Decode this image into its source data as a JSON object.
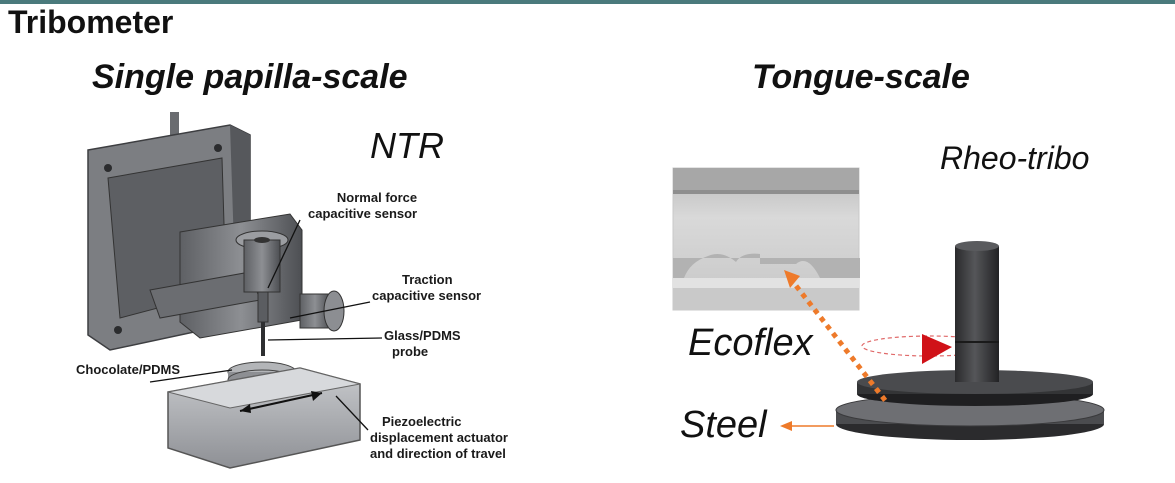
{
  "slide_title": "Tribometer",
  "left_panel": {
    "heading": "Single papilla-scale",
    "device_label": "NTR",
    "callouts": {
      "normal_force": [
        "Normal force",
        "capacitive sensor"
      ],
      "traction": [
        "Traction",
        "capacitive sensor"
      ],
      "glass_probe": [
        "Glass/PDMS",
        "probe"
      ],
      "chocolate": "Chocolate/PDMS",
      "piezo": [
        "Piezoelectric",
        "displacement actuator",
        "and direction of travel"
      ]
    }
  },
  "right_panel": {
    "heading": "Tongue-scale",
    "device_label": "Rheo-tribo",
    "material_top": "Ecoflex",
    "material_bottom": "Steel"
  },
  "colors": {
    "accent_orange": "#ee7a2a",
    "red_marker": "#d01218",
    "metal_dark": "#3a3a3c",
    "metal_mid": "#6f7175",
    "metal_light": "#a9abae",
    "top_border": "#4a7a7c"
  }
}
